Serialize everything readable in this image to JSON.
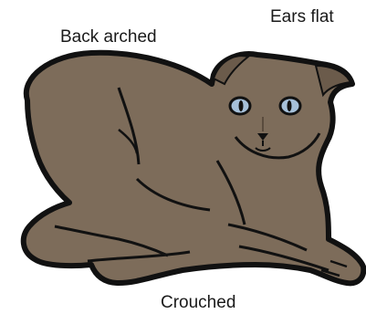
{
  "labels": {
    "back": "Back arched",
    "ears": "Ears flat",
    "posture": "Crouched"
  },
  "colors": {
    "fur": "#7d6c5a",
    "outline": "#111111",
    "eye_iris": "#a6c0d9",
    "background": "#ffffff"
  }
}
